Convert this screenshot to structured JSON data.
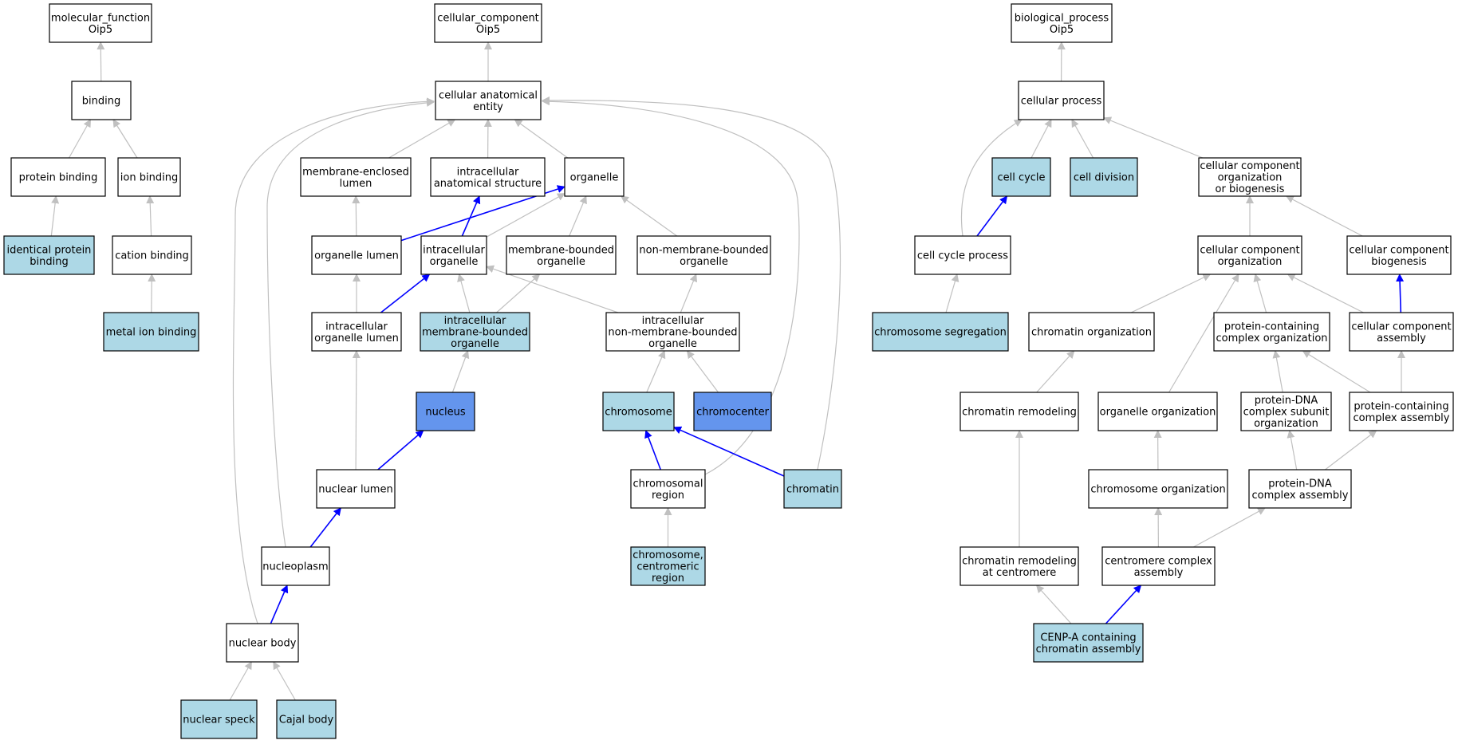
{
  "colors": {
    "plain": "#ffffff",
    "annotated": "#add8e6",
    "highlight": "#6495ed",
    "edge_grey": "#c0c0c0",
    "edge_blue": "#0000ff",
    "border": "#000000"
  },
  "nodes": [
    {
      "id": "mf_root",
      "lines": [
        "molecular_function",
        "Oip5"
      ],
      "fill": "plain"
    },
    {
      "id": "binding",
      "lines": [
        "binding"
      ],
      "fill": "plain"
    },
    {
      "id": "protein_binding",
      "lines": [
        "protein binding"
      ],
      "fill": "plain"
    },
    {
      "id": "ion_binding",
      "lines": [
        "ion binding"
      ],
      "fill": "plain"
    },
    {
      "id": "identical_protein_binding",
      "lines": [
        "identical protein",
        "binding"
      ],
      "fill": "annotated"
    },
    {
      "id": "cation_binding",
      "lines": [
        "cation binding"
      ],
      "fill": "plain"
    },
    {
      "id": "metal_ion_binding",
      "lines": [
        "metal ion binding"
      ],
      "fill": "annotated"
    },
    {
      "id": "cc_root",
      "lines": [
        "cellular_component",
        "Oip5"
      ],
      "fill": "plain"
    },
    {
      "id": "cellular_anatomical_entity",
      "lines": [
        "cellular anatomical",
        "entity"
      ],
      "fill": "plain"
    },
    {
      "id": "membrane_enclosed_lumen",
      "lines": [
        "membrane-enclosed",
        "lumen"
      ],
      "fill": "plain"
    },
    {
      "id": "intracellular_anatomical_structure",
      "lines": [
        "intracellular",
        "anatomical structure"
      ],
      "fill": "plain"
    },
    {
      "id": "organelle",
      "lines": [
        "organelle"
      ],
      "fill": "plain"
    },
    {
      "id": "organelle_lumen",
      "lines": [
        "organelle lumen"
      ],
      "fill": "plain"
    },
    {
      "id": "intracellular_organelle",
      "lines": [
        "intracellular",
        "organelle"
      ],
      "fill": "plain"
    },
    {
      "id": "membrane_bounded_organelle",
      "lines": [
        "membrane-bounded",
        "organelle"
      ],
      "fill": "plain"
    },
    {
      "id": "non_membrane_bounded_organelle",
      "lines": [
        "non-membrane-bounded",
        "organelle"
      ],
      "fill": "plain"
    },
    {
      "id": "intracellular_organelle_lumen",
      "lines": [
        "intracellular",
        "organelle lumen"
      ],
      "fill": "plain"
    },
    {
      "id": "intracellular_membrane_bounded_organelle",
      "lines": [
        "intracellular",
        "membrane-bounded",
        "organelle"
      ],
      "fill": "annotated"
    },
    {
      "id": "intracellular_non_membrane_bounded_organelle",
      "lines": [
        "intracellular",
        "non-membrane-bounded",
        "organelle"
      ],
      "fill": "plain"
    },
    {
      "id": "nucleus",
      "lines": [
        "nucleus"
      ],
      "fill": "highlight"
    },
    {
      "id": "chromosome",
      "lines": [
        "chromosome"
      ],
      "fill": "annotated"
    },
    {
      "id": "chromocenter",
      "lines": [
        "chromocenter"
      ],
      "fill": "highlight"
    },
    {
      "id": "nuclear_lumen",
      "lines": [
        "nuclear lumen"
      ],
      "fill": "plain"
    },
    {
      "id": "chromosomal_region",
      "lines": [
        "chromosomal",
        "region"
      ],
      "fill": "plain"
    },
    {
      "id": "chromatin",
      "lines": [
        "chromatin"
      ],
      "fill": "annotated"
    },
    {
      "id": "chromosome_centromeric_region",
      "lines": [
        "chromosome,",
        "centromeric",
        "region"
      ],
      "fill": "annotated"
    },
    {
      "id": "nucleoplasm",
      "lines": [
        "nucleoplasm"
      ],
      "fill": "plain"
    },
    {
      "id": "nuclear_body",
      "lines": [
        "nuclear body"
      ],
      "fill": "plain"
    },
    {
      "id": "nuclear_speck",
      "lines": [
        "nuclear speck"
      ],
      "fill": "annotated"
    },
    {
      "id": "cajal_body",
      "lines": [
        "Cajal body"
      ],
      "fill": "annotated"
    },
    {
      "id": "bp_root",
      "lines": [
        "biological_process",
        "Oip5"
      ],
      "fill": "plain"
    },
    {
      "id": "cellular_process",
      "lines": [
        "cellular process"
      ],
      "fill": "plain"
    },
    {
      "id": "cell_cycle",
      "lines": [
        "cell cycle"
      ],
      "fill": "annotated"
    },
    {
      "id": "cell_division",
      "lines": [
        "cell division"
      ],
      "fill": "annotated"
    },
    {
      "id": "cc_org_or_biogenesis",
      "lines": [
        "cellular component",
        "organization",
        "or biogenesis"
      ],
      "fill": "plain"
    },
    {
      "id": "cell_cycle_process",
      "lines": [
        "cell cycle process"
      ],
      "fill": "plain"
    },
    {
      "id": "cc_organization",
      "lines": [
        "cellular component",
        "organization"
      ],
      "fill": "plain"
    },
    {
      "id": "cc_biogenesis",
      "lines": [
        "cellular component",
        "biogenesis"
      ],
      "fill": "plain"
    },
    {
      "id": "chromosome_segregation",
      "lines": [
        "chromosome segregation"
      ],
      "fill": "annotated"
    },
    {
      "id": "chromatin_organization",
      "lines": [
        "chromatin organization"
      ],
      "fill": "plain"
    },
    {
      "id": "protein_containing_complex_organization",
      "lines": [
        "protein-containing",
        "complex organization"
      ],
      "fill": "plain"
    },
    {
      "id": "cc_assembly",
      "lines": [
        "cellular component",
        "assembly"
      ],
      "fill": "plain"
    },
    {
      "id": "chromatin_remodeling",
      "lines": [
        "chromatin remodeling"
      ],
      "fill": "plain"
    },
    {
      "id": "organelle_organization",
      "lines": [
        "organelle organization"
      ],
      "fill": "plain"
    },
    {
      "id": "protein_dna_complex_subunit_organization",
      "lines": [
        "protein-DNA",
        "complex subunit",
        "organization"
      ],
      "fill": "plain"
    },
    {
      "id": "protein_containing_complex_assembly",
      "lines": [
        "protein-containing",
        "complex assembly"
      ],
      "fill": "plain"
    },
    {
      "id": "chromosome_organization",
      "lines": [
        "chromosome organization"
      ],
      "fill": "plain"
    },
    {
      "id": "protein_dna_complex_assembly",
      "lines": [
        "protein-DNA",
        "complex assembly"
      ],
      "fill": "plain"
    },
    {
      "id": "chromatin_remodeling_at_centromere",
      "lines": [
        "chromatin remodeling",
        "at centromere"
      ],
      "fill": "plain"
    },
    {
      "id": "centromere_complex_assembly",
      "lines": [
        "centromere complex",
        "assembly"
      ],
      "fill": "plain"
    },
    {
      "id": "cenp_a_containing_chromatin_assembly",
      "lines": [
        "CENP-A containing",
        "chromatin assembly"
      ],
      "fill": "annotated"
    }
  ],
  "edges": [
    {
      "from": "binding",
      "to": "mf_root",
      "color": "grey"
    },
    {
      "from": "protein_binding",
      "to": "binding",
      "color": "grey"
    },
    {
      "from": "ion_binding",
      "to": "binding",
      "color": "grey"
    },
    {
      "from": "identical_protein_binding",
      "to": "protein_binding",
      "color": "grey"
    },
    {
      "from": "cation_binding",
      "to": "ion_binding",
      "color": "grey"
    },
    {
      "from": "metal_ion_binding",
      "to": "cation_binding",
      "color": "grey"
    },
    {
      "from": "cellular_anatomical_entity",
      "to": "cc_root",
      "color": "grey"
    },
    {
      "from": "membrane_enclosed_lumen",
      "to": "cellular_anatomical_entity",
      "color": "grey"
    },
    {
      "from": "intracellular_anatomical_structure",
      "to": "cellular_anatomical_entity",
      "color": "grey"
    },
    {
      "from": "organelle",
      "to": "cellular_anatomical_entity",
      "color": "grey"
    },
    {
      "from": "organelle_lumen",
      "to": "membrane_enclosed_lumen",
      "color": "grey"
    },
    {
      "from": "organelle_lumen",
      "to": "organelle",
      "color": "blue"
    },
    {
      "from": "intracellular_organelle",
      "to": "organelle",
      "color": "grey"
    },
    {
      "from": "intracellular_organelle",
      "to": "intracellular_anatomical_structure",
      "color": "blue"
    },
    {
      "from": "membrane_bounded_organelle",
      "to": "organelle",
      "color": "grey"
    },
    {
      "from": "non_membrane_bounded_organelle",
      "to": "organelle",
      "color": "grey"
    },
    {
      "from": "intracellular_organelle_lumen",
      "to": "organelle_lumen",
      "color": "grey"
    },
    {
      "from": "intracellular_organelle_lumen",
      "to": "intracellular_organelle",
      "color": "blue"
    },
    {
      "from": "intracellular_membrane_bounded_organelle",
      "to": "intracellular_organelle",
      "color": "grey"
    },
    {
      "from": "intracellular_membrane_bounded_organelle",
      "to": "membrane_bounded_organelle",
      "color": "grey"
    },
    {
      "from": "intracellular_non_membrane_bounded_organelle",
      "to": "intracellular_organelle",
      "color": "grey"
    },
    {
      "from": "intracellular_non_membrane_bounded_organelle",
      "to": "non_membrane_bounded_organelle",
      "color": "grey"
    },
    {
      "from": "nucleus",
      "to": "intracellular_membrane_bounded_organelle",
      "color": "grey"
    },
    {
      "from": "chromosome",
      "to": "intracellular_non_membrane_bounded_organelle",
      "color": "grey"
    },
    {
      "from": "chromocenter",
      "to": "intracellular_non_membrane_bounded_organelle",
      "color": "grey"
    },
    {
      "from": "nuclear_lumen",
      "to": "intracellular_organelle_lumen",
      "color": "grey"
    },
    {
      "from": "nuclear_lumen",
      "to": "nucleus",
      "color": "blue"
    },
    {
      "from": "chromosomal_region",
      "to": "chromosome",
      "color": "blue"
    },
    {
      "from": "chromosomal_region",
      "to": "cellular_anatomical_entity",
      "color": "grey"
    },
    {
      "from": "chromatin",
      "to": "chromosome",
      "color": "blue"
    },
    {
      "from": "chromatin",
      "to": "cellular_anatomical_entity",
      "color": "grey"
    },
    {
      "from": "chromosome_centromeric_region",
      "to": "chromosomal_region",
      "color": "grey"
    },
    {
      "from": "nucleoplasm",
      "to": "nuclear_lumen",
      "color": "blue"
    },
    {
      "from": "nucleoplasm",
      "to": "cellular_anatomical_entity",
      "color": "grey"
    },
    {
      "from": "nuclear_body",
      "to": "nucleoplasm",
      "color": "blue"
    },
    {
      "from": "nuclear_body",
      "to": "cellular_anatomical_entity",
      "color": "grey"
    },
    {
      "from": "nuclear_speck",
      "to": "nuclear_body",
      "color": "grey"
    },
    {
      "from": "cajal_body",
      "to": "nuclear_body",
      "color": "grey"
    },
    {
      "from": "cellular_process",
      "to": "bp_root",
      "color": "grey"
    },
    {
      "from": "cell_cycle",
      "to": "cellular_process",
      "color": "grey"
    },
    {
      "from": "cell_division",
      "to": "cellular_process",
      "color": "grey"
    },
    {
      "from": "cc_org_or_biogenesis",
      "to": "cellular_process",
      "color": "grey"
    },
    {
      "from": "cell_cycle_process",
      "to": "cell_cycle",
      "color": "blue"
    },
    {
      "from": "cell_cycle_process",
      "to": "cellular_process",
      "color": "grey"
    },
    {
      "from": "cc_organization",
      "to": "cc_org_or_biogenesis",
      "color": "grey"
    },
    {
      "from": "cc_biogenesis",
      "to": "cc_org_or_biogenesis",
      "color": "grey"
    },
    {
      "from": "chromosome_segregation",
      "to": "cell_cycle_process",
      "color": "grey"
    },
    {
      "from": "chromatin_organization",
      "to": "cc_organization",
      "color": "grey"
    },
    {
      "from": "protein_containing_complex_organization",
      "to": "cc_organization",
      "color": "grey"
    },
    {
      "from": "cc_assembly",
      "to": "cc_organization",
      "color": "grey"
    },
    {
      "from": "cc_assembly",
      "to": "cc_biogenesis",
      "color": "blue"
    },
    {
      "from": "chromatin_remodeling",
      "to": "chromatin_organization",
      "color": "grey"
    },
    {
      "from": "organelle_organization",
      "to": "cc_organization",
      "color": "grey"
    },
    {
      "from": "protein_dna_complex_subunit_organization",
      "to": "protein_containing_complex_organization",
      "color": "grey"
    },
    {
      "from": "protein_containing_complex_assembly",
      "to": "protein_containing_complex_organization",
      "color": "grey"
    },
    {
      "from": "protein_containing_complex_assembly",
      "to": "cc_assembly",
      "color": "grey"
    },
    {
      "from": "chromosome_organization",
      "to": "organelle_organization",
      "color": "grey"
    },
    {
      "from": "protein_dna_complex_assembly",
      "to": "protein_dna_complex_subunit_organization",
      "color": "grey"
    },
    {
      "from": "protein_dna_complex_assembly",
      "to": "protein_containing_complex_assembly",
      "color": "grey"
    },
    {
      "from": "chromatin_remodeling_at_centromere",
      "to": "chromatin_remodeling",
      "color": "grey"
    },
    {
      "from": "centromere_complex_assembly",
      "to": "chromosome_organization",
      "color": "grey"
    },
    {
      "from": "centromere_complex_assembly",
      "to": "protein_dna_complex_assembly",
      "color": "grey"
    },
    {
      "from": "cenp_a_containing_chromatin_assembly",
      "to": "chromatin_remodeling_at_centromere",
      "color": "grey"
    },
    {
      "from": "cenp_a_containing_chromatin_assembly",
      "to": "centromere_complex_assembly",
      "color": "blue"
    }
  ]
}
